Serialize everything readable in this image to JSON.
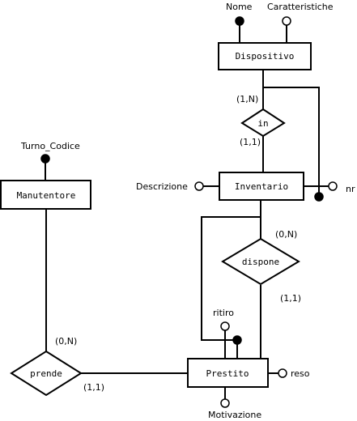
{
  "entities": {
    "dispositivo": "Dispositivo",
    "inventario": "Inventario",
    "manutentore": "Manutentore",
    "prestito": "Prestito"
  },
  "relationships": {
    "in": "in",
    "dispone": "dispone",
    "prende": "prende"
  },
  "attributes": {
    "nome": "Nome",
    "caratteristiche": "Caratteristiche",
    "descrizione": "Descrizione",
    "nr": "nr",
    "turno_codice": "Turno_Codice",
    "ritiro": "ritiro",
    "reso": "reso",
    "motivazione": "Motivazione"
  },
  "cardinalities": {
    "dispositivo_in": "(1,N)",
    "inventario_in": "(1,1)",
    "inventario_dispone": "(0,N)",
    "prestito_dispone": "(1,1)",
    "manutentore_prende": "(0,N)",
    "prestito_prende": "(1,1)"
  }
}
